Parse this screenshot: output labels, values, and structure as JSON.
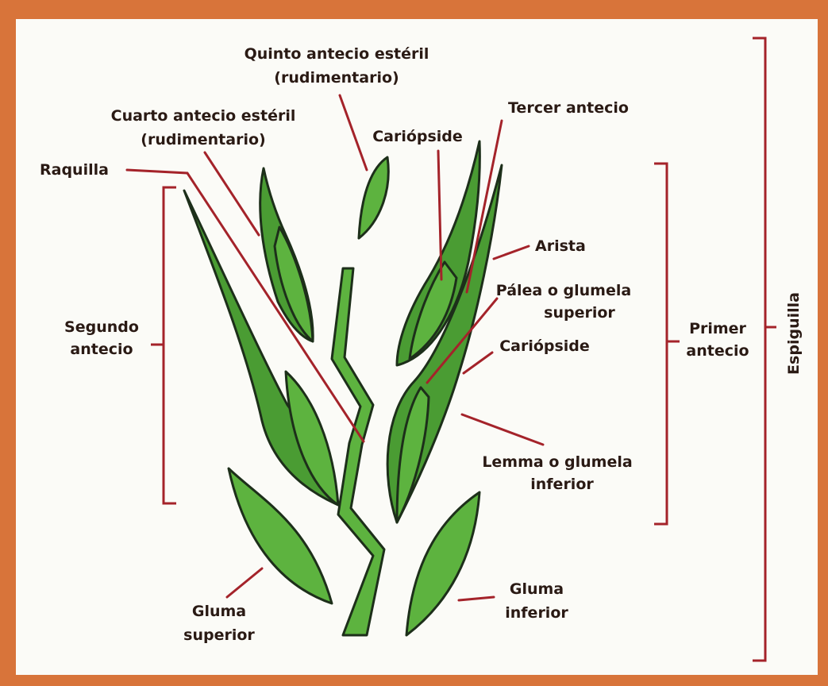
{
  "labels": {
    "quinto_1": "Quinto antecio estéril",
    "quinto_2": "(rudimentario)",
    "cuarto_1": "Cuarto antecio estéril",
    "cuarto_2": "(rudimentario)",
    "tercer": "Tercer antecio",
    "cariopside_top": "Cariópside",
    "raquilla": "Raquilla",
    "arista": "Arista",
    "palea_1": "Pálea o glumela",
    "palea_2": "superior",
    "cariopside_mid": "Cariópside",
    "segundo_1": "Segundo",
    "segundo_2": "antecio",
    "primer_1": "Primer",
    "primer_2": "antecio",
    "espiguilla": "Espiguilla",
    "lemma_1": "Lemma o glumela",
    "lemma_2": "inferior",
    "gluma_sup_1": "Gluma",
    "gluma_sup_2": "superior",
    "gluma_inf_1": "Gluma",
    "gluma_inf_2": "inferior"
  },
  "colors": {
    "frame": "#d8743a",
    "background": "#fbfbf7",
    "leaf": "#5db33f",
    "outline": "#1d2f1a",
    "leader": "#a4232a"
  }
}
